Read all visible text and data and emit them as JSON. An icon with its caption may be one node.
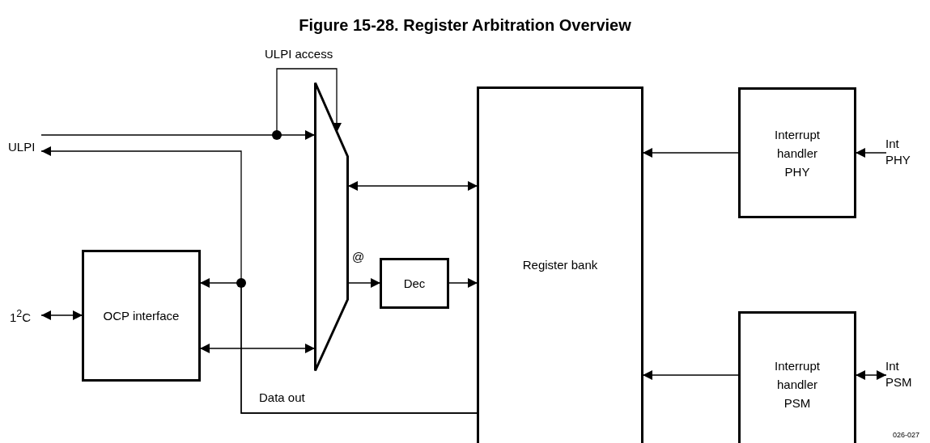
{
  "diagram": {
    "title": "Figure 15-28. Register Arbitration Overview",
    "nodes": [
      {
        "text": [
          "ULPI"
        ]
      },
      {
        "text": [
          "1$^{2}$C"
        ]
      },
      {
        "text": [
          "OCP interface"
        ]
      },
      {
        "text": [],
        "shape": "trapezoid"
      },
      {
        "text": [
          "Dec"
        ]
      },
      {
        "text": [
          "Register bank"
        ]
      },
      {
        "text": [
          "Interrupt handler PHY"
        ]
      },
      {
        "text": [
          "Interrupt handler PSM"
        ]
      },
      {
        "text": [
          "Int PHY"
        ]
      },
      {
        "text": [
          "Int PSM"
        ]
      }
    ],
    "edges": [
      {
        "from": 0,
        "to": 3,
        "arrow": "to"
      },
      {
        "from": null,
        "to": 3,
        "arrow": "to",
        "label": "ULPI access"
      },
      {
        "from": 5,
        "to": 0,
        "arrow": "to",
        "label": "Data out"
      },
      {
        "from": 5,
        "to": 2,
        "arrow": "to"
      },
      {
        "from": 1,
        "to": 2,
        "arrow": "both"
      },
      {
        "from": 2,
        "to": 3,
        "arrow": "both"
      },
      {
        "from": 3,
        "to": 5,
        "arrow": "both"
      },
      {
        "from": 3,
        "to": 4,
        "arrow": "to",
        "label": "@"
      },
      {
        "from": 4,
        "to": 5,
        "arrow": "to"
      },
      {
        "from": 6,
        "to": 5,
        "arrow": "to"
      },
      {
        "from": 7,
        "to": 5,
        "arrow": "to"
      },
      {
        "from": 8,
        "to": 6,
        "arrow": "to"
      },
      {
        "from": 9,
        "to": 7,
        "arrow": "both"
      }
    ],
    "labels": [
      "026-027"
    ]
  }
}
